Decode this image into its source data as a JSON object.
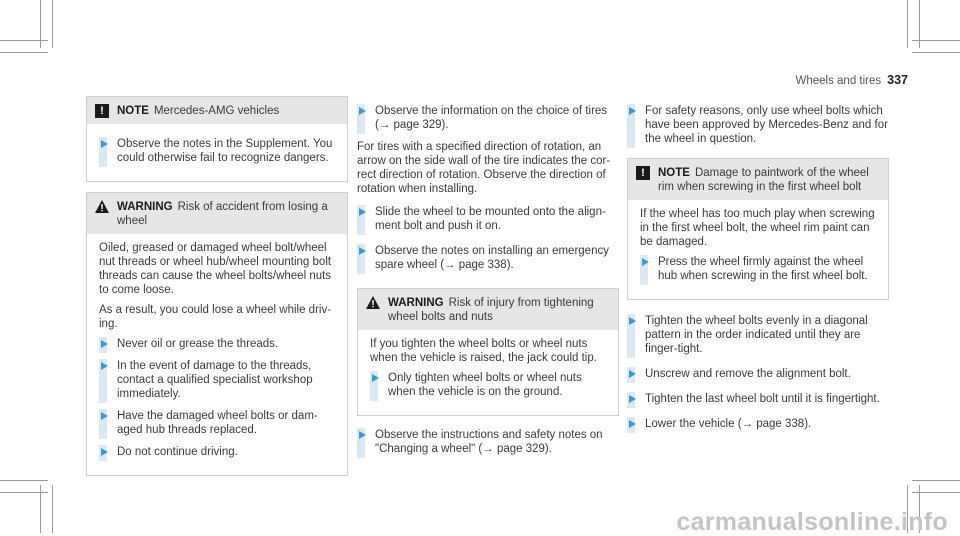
{
  "header": {
    "section": "Wheels and tires",
    "page_number": "337"
  },
  "col1": {
    "note": {
      "badge": "!",
      "label": "NOTE",
      "title": "Mercedes‑AMG vehicles",
      "steps": [
        "Observe the notes in the Supplement. You could otherwise fail to recognize dangers."
      ]
    },
    "warning": {
      "label": "WARNING",
      "title": "Risk of accident from losing a wheel",
      "p1": "Oiled, greased or damaged wheel bolt/wheel nut threads or wheel hub/wheel mounting bolt threads can cause the wheel bolts/wheel nuts to come loose.",
      "p2": "As a result, you could lose a wheel while driv­ing.",
      "steps": [
        "Never oil or grease the threads.",
        "In the event of damage to the threads, contact a qualified specialist workshop immediately.",
        "Have the damaged wheel bolts or dam­aged hub threads replaced.",
        "Do not continue driving."
      ]
    }
  },
  "col2": {
    "step1": {
      "text": "Observe the information on the choice of tires (",
      "arrow": "→",
      "ref": " page 329)."
    },
    "para": "For tires with a specified direction of rotation, an arrow on the side wall of the tire indicates the cor­rect direction of rotation. Observe the direction of rotation when installing.",
    "step2": "Slide the wheel to be mounted onto the align­ment bolt and push it on.",
    "step3": {
      "text": "Observe the notes on installing an emergency spare wheel (",
      "arrow": "→",
      "ref": " page 338)."
    },
    "warning": {
      "label": "WARNING",
      "title": "Risk of injury from tightening wheel bolts and nuts",
      "p1": "If you tighten the wheel bolts or wheel nuts when the vehicle is raised, the jack could tip.",
      "steps": [
        "Only tighten wheel bolts or wheel nuts when the vehicle is on the ground."
      ]
    },
    "step4": {
      "text": "Observe the instructions and safety notes on \"Changing a wheel\" (",
      "arrow": "→",
      "ref": " page 329)."
    }
  },
  "col3": {
    "step1": "For safety reasons, only use wheel bolts which have been approved by Mercedes‑Benz and for the wheel in question.",
    "note": {
      "badge": "!",
      "label": "NOTE",
      "title": "Damage to paintwork of the wheel rim when screwing in the first wheel bolt",
      "p1": "If the wheel has too much play when screwing in the first wheel bolt, the wheel rim paint can be damaged.",
      "steps": [
        "Press the wheel firmly against the wheel hub when screwing in the first wheel bolt."
      ]
    },
    "step2": "Tighten the wheel bolts evenly in a diagonal pattern in the order indicated until they are finger‑tight.",
    "step3": "Unscrew and remove the alignment bolt.",
    "step4": "Tighten the last wheel bolt until it is finger­tight.",
    "step5": {
      "text": "Lower the vehicle (",
      "arrow": "→",
      "ref": " page 338)."
    }
  },
  "watermark": "carmanualsonline.info",
  "colors": {
    "step_bar": "#dbe9f5",
    "step_arrow": "#3b98d3",
    "notice_head_bg": "#e6e6e6"
  }
}
